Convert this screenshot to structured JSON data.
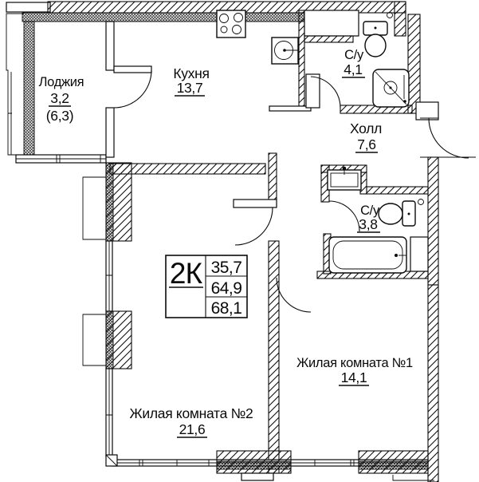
{
  "plan": {
    "type_label": "2К",
    "table_values": [
      "35,7",
      "64,9",
      "68,1"
    ],
    "rooms": {
      "loggia": {
        "name": "Лоджия",
        "area": "3,2",
        "area_alt": "(6,3)"
      },
      "kitchen": {
        "name": "Кухня",
        "area": "13,7"
      },
      "bath1": {
        "name": "С/у",
        "area": "4,1"
      },
      "hall": {
        "name": "Холл",
        "area": "7,6"
      },
      "bath2": {
        "name": "С/у",
        "area": "3,8"
      },
      "room1": {
        "name": "Жилая комната №1",
        "area": "14,1"
      },
      "room2": {
        "name": "Жилая комната №2",
        "area": "21,6"
      }
    },
    "fixtures": [
      "stove-icon",
      "kitchen-sink-icon",
      "toilet-icon",
      "shower-icon",
      "washbasin-icon",
      "bathtub-icon"
    ],
    "colors": {
      "line": "#0a0a0a",
      "background": "#ffffff"
    }
  }
}
